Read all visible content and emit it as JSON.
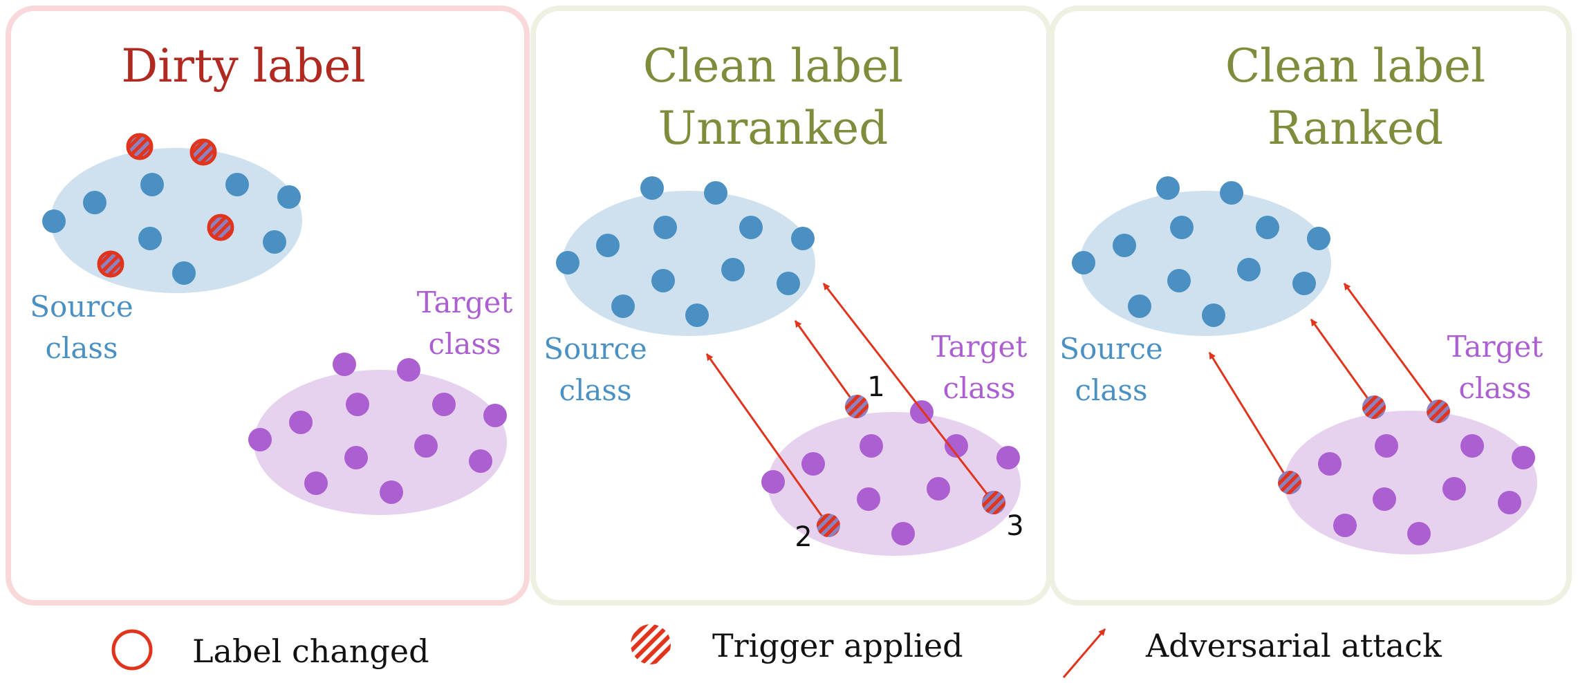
{
  "colors": {
    "source": "#4a90c2",
    "source_fill": "#cfe0ee",
    "target": "#ab5fd0",
    "target_fill": "#e6d2ef",
    "red": "#e0341c",
    "dirty_title": "#b02a22",
    "clean_title": "#7f8c3c",
    "dirty_border": "#f8d8d8",
    "clean_border": "#eef0e2"
  },
  "panels": [
    {
      "id": "dirty",
      "title": [
        "Dirty label"
      ],
      "source_label": [
        "Source",
        "class"
      ],
      "target_label": [
        "Target",
        "class"
      ]
    },
    {
      "id": "unranked",
      "title": [
        "Clean label",
        "Unranked"
      ],
      "source_label": [
        "Source",
        "class"
      ],
      "target_label": [
        "Target",
        "class"
      ],
      "numbers": [
        "1",
        "2",
        "3"
      ]
    },
    {
      "id": "ranked",
      "title": [
        "Clean label",
        "Ranked"
      ],
      "source_label": [
        "Source",
        "class"
      ],
      "target_label": [
        "Target",
        "class"
      ]
    }
  ],
  "legend": {
    "label_changed": "Label changed",
    "trigger_applied": "Trigger applied",
    "adversarial_attack": "Adversarial attack"
  }
}
